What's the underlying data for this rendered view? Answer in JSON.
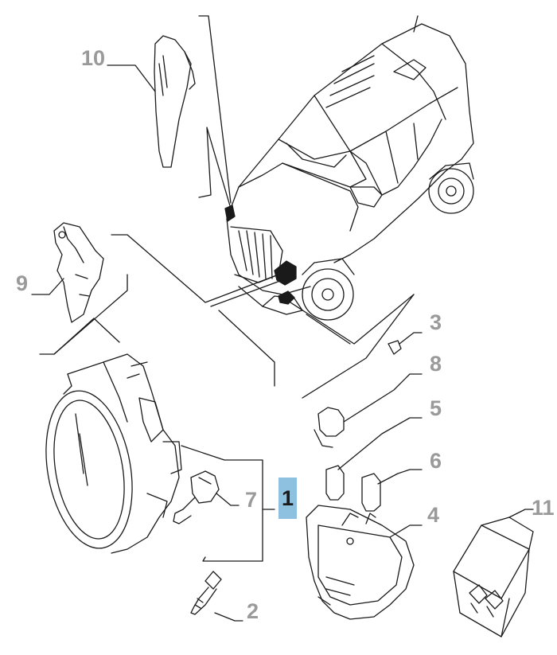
{
  "diagram": {
    "callouts": [
      {
        "id": "10",
        "label": "10",
        "highlighted": false
      },
      {
        "id": "9",
        "label": "9",
        "highlighted": false
      },
      {
        "id": "3",
        "label": "3",
        "highlighted": false
      },
      {
        "id": "8",
        "label": "8",
        "highlighted": false
      },
      {
        "id": "5",
        "label": "5",
        "highlighted": false
      },
      {
        "id": "6",
        "label": "6",
        "highlighted": false
      },
      {
        "id": "7",
        "label": "7",
        "highlighted": false
      },
      {
        "id": "1",
        "label": "1",
        "highlighted": true
      },
      {
        "id": "4",
        "label": "4",
        "highlighted": false
      },
      {
        "id": "11",
        "label": "11",
        "highlighted": false
      },
      {
        "id": "2",
        "label": "2",
        "highlighted": false
      }
    ],
    "colors": {
      "line": "#1a1a1a",
      "callout_text": "#9a9a9a",
      "highlight_bg": "#8ec0e0"
    }
  }
}
